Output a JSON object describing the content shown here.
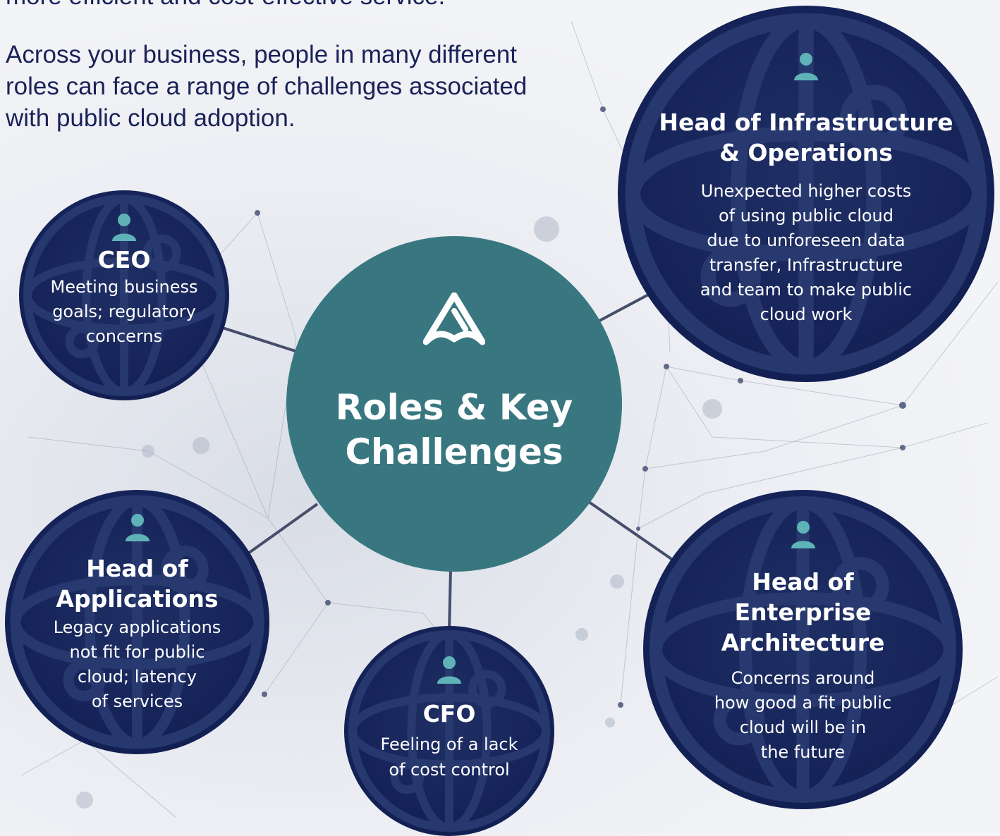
{
  "intro": {
    "top_line": "more efficient and cost-effective service.",
    "paragraph": "Across your business, people in many different roles can face a range of challenges associated with public cloud adoption."
  },
  "center": {
    "title_line1": "Roles & Key",
    "title_line2": "Challenges",
    "logo_icon": "brand-logo-icon"
  },
  "roles": {
    "ceo": {
      "title": "CEO",
      "desc1": "Meeting business",
      "desc2": "goals; regulatory",
      "desc3": "concerns"
    },
    "infra": {
      "title1": "Head of Infrastructure",
      "title2": "& Operations",
      "desc1": "Unexpected higher costs",
      "desc2": "of using public cloud",
      "desc3": "due to unforeseen data",
      "desc4": "transfer, Infrastructure",
      "desc5": "and team to make public",
      "desc6": "cloud work"
    },
    "apps": {
      "title1": "Head of",
      "title2": "Applications",
      "desc1": "Legacy applications",
      "desc2": "not fit for public",
      "desc3": "cloud; latency",
      "desc4": "of services"
    },
    "cfo": {
      "title": "CFO",
      "desc1": "Feeling of a lack",
      "desc2": "of cost control"
    },
    "ea": {
      "title1": "Head of",
      "title2": "Enterprise",
      "title3": "Architecture",
      "desc1": "Concerns around",
      "desc2": "how good a fit public",
      "desc3": "cloud will be in",
      "desc4": "the future"
    }
  },
  "colors": {
    "navy": "#16245a",
    "teal": "#387780",
    "person_icon": "#5fb3b8",
    "text_dark": "#1a2358"
  }
}
